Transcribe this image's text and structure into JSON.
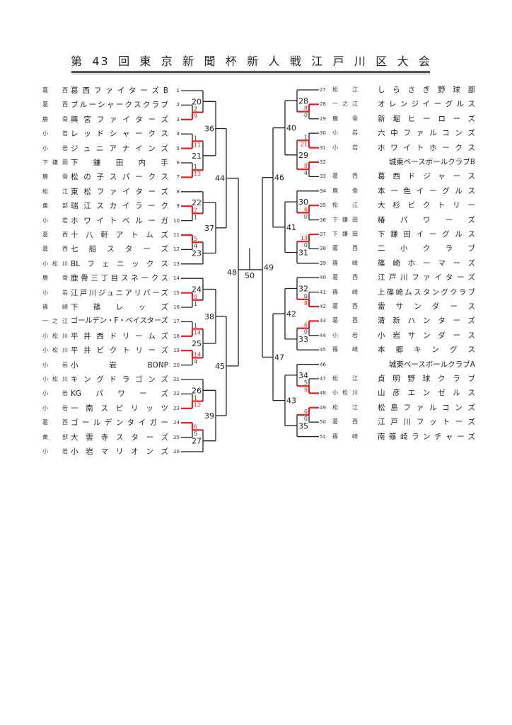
{
  "title": "第43回東京新聞杯新人戦江戸川区大会",
  "colors": {
    "line": "#222222",
    "winner": "#e02020",
    "score_winner": "#e02020",
    "score_loser": "#333333"
  },
  "teams_left": [
    {
      "no": 1,
      "district": "葛西",
      "name": "葛西ファイターズB"
    },
    {
      "no": 2,
      "district": "葛西",
      "name": "ブルーシャークスクラブ"
    },
    {
      "no": 3,
      "district": "鹿骨",
      "name": "興宮ファイターズ"
    },
    {
      "no": 4,
      "district": "小岩",
      "name": "レッドシャークス"
    },
    {
      "no": 5,
      "district": "小岩",
      "name": "ジュニアナインズ"
    },
    {
      "no": 6,
      "district": "下鎌田",
      "name": "下鎌田内手"
    },
    {
      "no": 7,
      "district": "鹿骨",
      "name": "松の子スパークス"
    },
    {
      "no": 8,
      "district": "松江",
      "name": "東松ファイターズ"
    },
    {
      "no": 9,
      "district": "東部",
      "name": "瑞江スカイラーク"
    },
    {
      "no": 10,
      "district": "小岩",
      "name": "ホワイトベルーガ"
    },
    {
      "no": 11,
      "district": "葛西",
      "name": "十八軒アトムズ"
    },
    {
      "no": 12,
      "district": "葛西",
      "name": "七船スターズ"
    },
    {
      "no": 13,
      "district": "小松川",
      "name": "BLフェニックス"
    },
    {
      "no": 14,
      "district": "鹿骨",
      "name": "鹿骨三丁目スネークス"
    },
    {
      "no": 15,
      "district": "小岩",
      "name": "江戸川ジュニアリバーズ"
    },
    {
      "no": 16,
      "district": "篠崎",
      "name": "下篠レッズ"
    },
    {
      "no": 17,
      "district": "一之江",
      "name": "ゴールデン・F・ベイスターズ"
    },
    {
      "no": 18,
      "district": "小松川",
      "name": "平井西ドリームズ"
    },
    {
      "no": 19,
      "district": "小松川",
      "name": "平井ビクトリーズ"
    },
    {
      "no": 20,
      "district": "小岩",
      "name": "小岩BONP"
    },
    {
      "no": 21,
      "district": "小松川",
      "name": "キングドラゴンズ"
    },
    {
      "no": 22,
      "district": "小岩",
      "name": "KGパワーズ"
    },
    {
      "no": 23,
      "district": "小岩",
      "name": "一南スピリッツ"
    },
    {
      "no": 24,
      "district": "葛西",
      "name": "ゴールデンタイガー"
    },
    {
      "no": 25,
      "district": "東部",
      "name": "大雲寺スターズ"
    },
    {
      "no": 26,
      "district": "小岩",
      "name": "小岩マリオンズ"
    }
  ],
  "teams_right": [
    {
      "no": 27,
      "district": "松江",
      "name": "しらさぎ野球部"
    },
    {
      "no": 28,
      "district": "一之江",
      "name": "オレンジイーグルス"
    },
    {
      "no": 29,
      "district": "鹿骨",
      "name": "新堀ヒーローズ"
    },
    {
      "no": 30,
      "district": "小岩",
      "name": "六中ファルコンズ"
    },
    {
      "no": 31,
      "district": "小岩",
      "name": "ホワイトホークス"
    },
    {
      "no": 32,
      "district": "",
      "name": "城東ベースボールクラブB"
    },
    {
      "no": 33,
      "district": "葛西",
      "name": "葛西ドジャース"
    },
    {
      "no": 34,
      "district": "鹿骨",
      "name": "本一色イーグルス"
    },
    {
      "no": 35,
      "district": "松江",
      "name": "大杉ビクトリー"
    },
    {
      "no": 36,
      "district": "下鎌田",
      "name": "椿パワーズ"
    },
    {
      "no": 37,
      "district": "下鎌田",
      "name": "下鎌田イーグルス"
    },
    {
      "no": 38,
      "district": "葛西",
      "name": "二小クラブ"
    },
    {
      "no": 39,
      "district": "篠崎",
      "name": "篠崎ホーマーズ"
    },
    {
      "no": 40,
      "district": "葛西",
      "name": "江戸川ファイターズ"
    },
    {
      "no": 41,
      "district": "篠崎",
      "name": "上篠崎ムスタングクラブ"
    },
    {
      "no": 42,
      "district": "葛西",
      "name": "雷サンダース"
    },
    {
      "no": 43,
      "district": "葛西",
      "name": "清新ハンターズ"
    },
    {
      "no": 44,
      "district": "小岩",
      "name": "小岩サンダース"
    },
    {
      "no": 45,
      "district": "篠崎",
      "name": "本郷キングス"
    },
    {
      "no": 46,
      "district": "",
      "name": "城東ベースボールクラブA"
    },
    {
      "no": 47,
      "district": "松江",
      "name": "貞明野球クラブ"
    },
    {
      "no": 48,
      "district": "小松川",
      "name": "山彦エンゼルス"
    },
    {
      "no": 49,
      "district": "松江",
      "name": "松島ファルコンズ"
    },
    {
      "no": 50,
      "district": "葛西",
      "name": "江戸川フットーズ"
    },
    {
      "no": 51,
      "district": "篠崎",
      "name": "南篠崎ランチャーズ"
    }
  ],
  "final": {
    "label": "50",
    "left": {
      "label": "48",
      "children": [
        {
          "label": "44",
          "children": [
            {
              "label": "36",
              "children": [
                {
                  "label": "20",
                  "children": [
                    1,
                    {
                      "children": [
                        2,
                        3
                      ],
                      "scores": [
                        2,
                        9
                      ],
                      "winner": 1
                    }
                  ]
                },
                {
                  "label": "21",
                  "children": [
                    {
                      "children": [
                        4,
                        5
                      ],
                      "scores": [
                        1,
                        11
                      ],
                      "winner": 1
                    },
                    {
                      "children": [
                        6,
                        7
                      ],
                      "scores": [
                        1,
                        12
                      ],
                      "winner": 1
                    }
                  ]
                }
              ]
            },
            {
              "label": "37",
              "children": [
                {
                  "label": "22",
                  "children": [
                    8,
                    {
                      "children": [
                        9,
                        10
                      ],
                      "scores": [
                        2,
                        1
                      ],
                      "winner": 0
                    }
                  ]
                },
                {
                  "label": "23",
                  "children": [
                    {
                      "children": [
                        11,
                        12
                      ],
                      "scores": [
                        5,
                        4
                      ],
                      "winner": 0
                    },
                    13
                  ]
                }
              ]
            }
          ]
        },
        {
          "label": "45",
          "children": [
            {
              "label": "38",
              "children": [
                {
                  "label": "24",
                  "children": [
                    14,
                    {
                      "children": [
                        15,
                        16
                      ],
                      "scores": [
                        9,
                        1
                      ],
                      "winner": 0
                    }
                  ]
                },
                {
                  "label": "25",
                  "children": [
                    {
                      "children": [
                        17,
                        18
                      ],
                      "scores": [
                        1,
                        14
                      ],
                      "winner": 1
                    },
                    {
                      "children": [
                        19,
                        20
                      ],
                      "scores": [
                        14,
                        4
                      ],
                      "winner": 0
                    }
                  ]
                }
              ]
            },
            {
              "label": "39",
              "children": [
                {
                  "label": "26",
                  "children": [
                    21,
                    {
                      "children": [
                        22,
                        23
                      ],
                      "scores": [
                        1,
                        12
                      ],
                      "winner": 1
                    }
                  ]
                },
                {
                  "label": "27",
                  "children": [
                    {
                      "children": [
                        24,
                        25
                      ],
                      "scores": [
                        6,
                        5
                      ],
                      "winner": 0
                    },
                    26
                  ]
                }
              ]
            }
          ]
        }
      ]
    },
    "right": {
      "label": "49",
      "children": [
        {
          "label": "46",
          "children": [
            {
              "label": "40",
              "children": [
                {
                  "label": "28",
                  "children": [
                    27,
                    {
                      "children": [
                        28,
                        29
                      ],
                      "scores": [
                        8,
                        0
                      ],
                      "winner": 0
                    }
                  ]
                },
                {
                  "label": "29",
                  "children": [
                    {
                      "children": [
                        30,
                        31
                      ],
                      "scores": [
                        1,
                        21
                      ],
                      "winner": 1
                    },
                    {
                      "children": [
                        32,
                        33
                      ],
                      "scores": [
                        8,
                        4
                      ],
                      "winner": 0
                    }
                  ]
                }
              ]
            },
            {
              "label": "41",
              "children": [
                {
                  "label": "30",
                  "children": [
                    34,
                    {
                      "children": [
                        35,
                        36
                      ],
                      "scores": [
                        6,
                        0
                      ],
                      "winner": 0
                    }
                  ]
                },
                {
                  "label": "31",
                  "children": [
                    {
                      "children": [
                        37,
                        38
                      ],
                      "scores": [
                        13,
                        0
                      ],
                      "winner": 0
                    },
                    39
                  ]
                }
              ]
            }
          ]
        },
        {
          "label": "47",
          "children": [
            {
              "label": "42",
              "children": [
                {
                  "label": "32",
                  "children": [
                    40,
                    {
                      "children": [
                        41,
                        42
                      ],
                      "scores": [
                        0,
                        8
                      ],
                      "winner": 1
                    }
                  ]
                },
                {
                  "label": "33",
                  "children": [
                    {
                      "children": [
                        43,
                        44
                      ],
                      "scores": [
                        6,
                        0
                      ],
                      "winner": 0
                    },
                    45
                  ]
                }
              ]
            },
            {
              "label": "43",
              "children": [
                {
                  "label": "34",
                  "children": [
                    46,
                    {
                      "children": [
                        47,
                        48
                      ],
                      "scores": [
                        5,
                        9
                      ],
                      "winner": 1
                    }
                  ]
                },
                {
                  "label": "35",
                  "children": [
                    {
                      "children": [
                        49,
                        50
                      ],
                      "scores": [
                        6,
                        0
                      ],
                      "winner": 0
                    },
                    51
                  ]
                }
              ]
            }
          ]
        }
      ]
    }
  }
}
